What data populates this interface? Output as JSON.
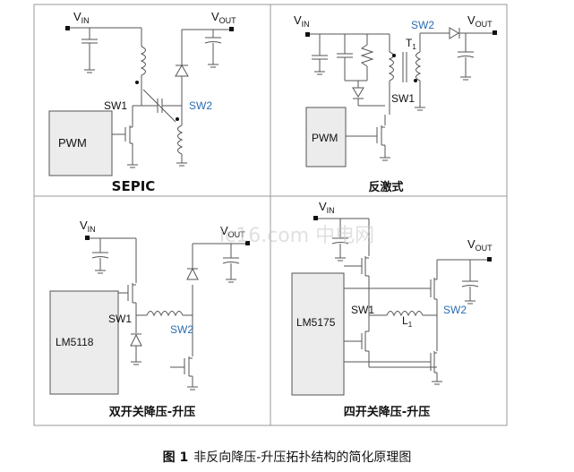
{
  "panels": {
    "sepic": {
      "title": "SEPIC",
      "vin": "V",
      "vin_sub": "IN",
      "vout": "V",
      "vout_sub": "OUT",
      "sw1": "SW1",
      "sw2": "SW2",
      "controller": "PWM"
    },
    "flyback": {
      "title": "反激式",
      "vin": "V",
      "vin_sub": "IN",
      "vout": "V",
      "vout_sub": "OUT",
      "sw1": "SW1",
      "sw2": "SW2",
      "transformer": "T",
      "transformer_sub": "1",
      "controller": "PWM"
    },
    "dual": {
      "title": "双开关降压-升压",
      "vin": "V",
      "vin_sub": "IN",
      "vout": "V",
      "vout_sub": "OUT",
      "sw1": "SW1",
      "sw2": "SW2",
      "controller": "LM5118"
    },
    "quad": {
      "title": "四开关降压-升压",
      "vin": "V",
      "vin_sub": "IN",
      "vout": "V",
      "vout_sub": "OUT",
      "sw1": "SW1",
      "sw2": "SW2",
      "inductor": "L",
      "inductor_sub": "1",
      "controller": "LM5175"
    }
  },
  "watermark": "ic16.com 中电网",
  "caption": {
    "figure": "图 1",
    "text": "非反向降压-升压拓扑结构的简化原理图"
  },
  "colors": {
    "switch_label": "#2a6bb0",
    "frame": "#999999",
    "box_fill": "#ececec"
  }
}
